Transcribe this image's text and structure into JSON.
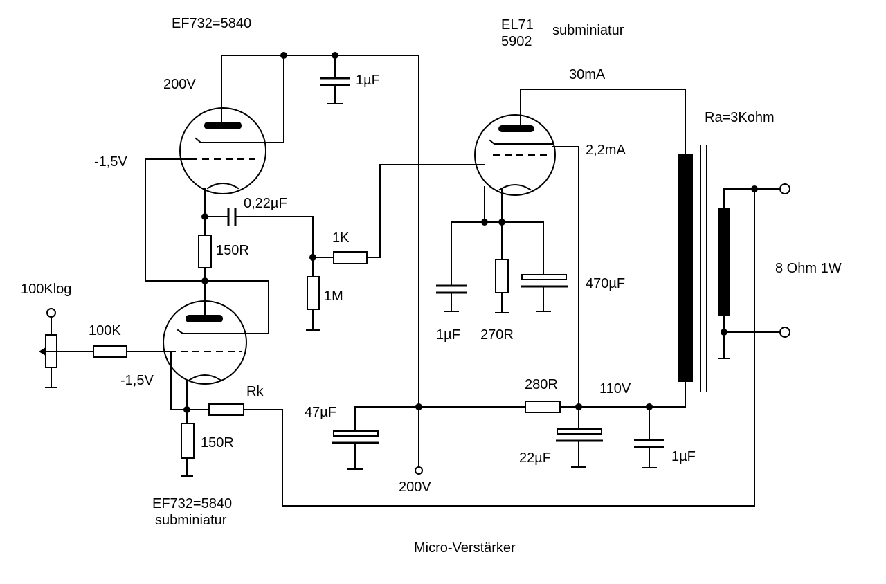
{
  "diagram": {
    "caption": "Micro-Verstärker",
    "tube_v1_top": "EF732=5840",
    "tube_v2_power": {
      "line1": "EL71",
      "line2": "5902",
      "suffix": "subminiatur"
    },
    "tube_v3_bottom": {
      "line1": "EF732=5840",
      "line2": "subminiatur"
    },
    "labels": {
      "v_200_top": "200V",
      "v_neg_top": "-1,5V",
      "v_neg_bottom": "-1,5V",
      "c_1uF_top": "1µF",
      "c_022uF": "0,22µF",
      "r_1K": "1K",
      "r_1M": "1M",
      "r_150R_top": "150R",
      "r_150R_bottom": "150R",
      "r_100K": "100K",
      "pot_100Klog": "100Klog",
      "r_Rk": "Rk",
      "i_30mA": "30mA",
      "i_22mA": "2,2mA",
      "ra_3kohm": "Ra=3Kohm",
      "c_1uF_cathode": "1µF",
      "r_270R": "270R",
      "c_470uF": "470µF",
      "r_280R": "280R",
      "v_110V": "110V",
      "c_47uF": "47µF",
      "c_22uF": "22µF",
      "c_1uF_right": "1µF",
      "v_200_bottom": "200V",
      "load_8ohm": "8 Ohm 1W"
    }
  }
}
